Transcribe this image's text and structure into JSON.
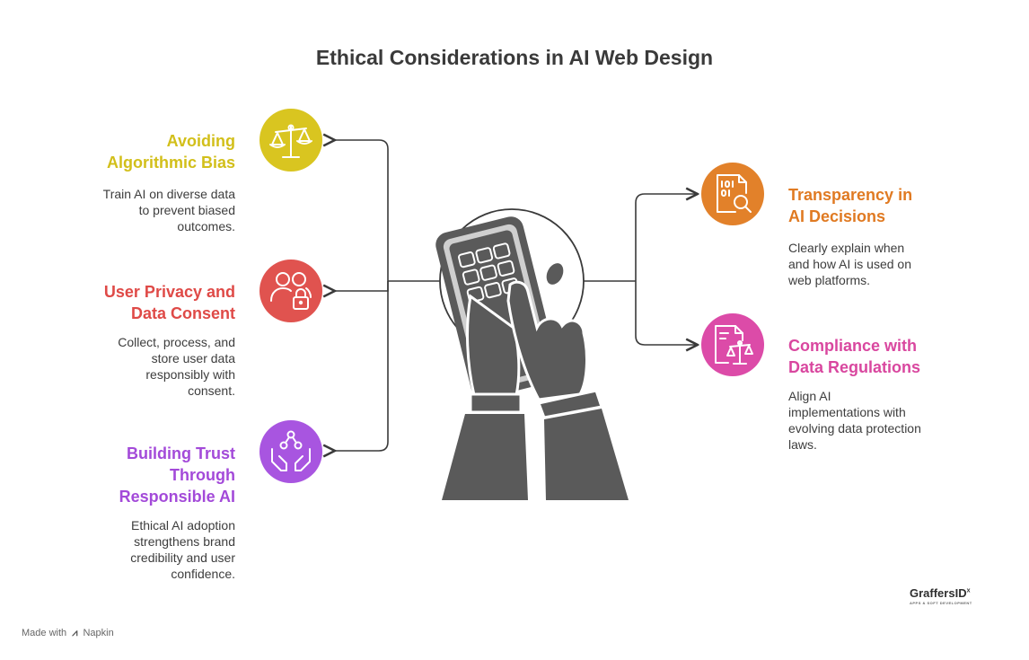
{
  "title": "Ethical Considerations in AI Web Design",
  "items": [
    {
      "heading": [
        "Avoiding",
        "Algorithmic Bias"
      ],
      "description": [
        "Train AI on diverse data",
        "to prevent biased",
        "outcomes."
      ],
      "icon": "scales-icon",
      "color": "#d9c520"
    },
    {
      "heading": [
        "User Privacy and",
        "Data Consent"
      ],
      "description": [
        "Collect, process, and",
        "store user data",
        "responsibly with",
        "consent."
      ],
      "icon": "users-lock-icon",
      "color": "#e0534f"
    },
    {
      "heading": [
        "Building Trust",
        "Through",
        "Responsible AI"
      ],
      "description": [
        "Ethical AI adoption",
        "strengthens brand",
        "credibility and user",
        "confidence."
      ],
      "icon": "hands-network-icon",
      "color": "#a855e0"
    },
    {
      "heading": [
        "Transparency in",
        "AI Decisions"
      ],
      "description": [
        "Clearly explain when",
        "and how AI is used on",
        "web platforms."
      ],
      "icon": "document-search-icon",
      "color": "#e2812a"
    },
    {
      "heading": [
        "Compliance with",
        "Data Regulations"
      ],
      "description": [
        "Align AI",
        "implementations with",
        "evolving data protection",
        "laws."
      ],
      "icon": "document-scales-icon",
      "color": "#dc4ba8"
    }
  ],
  "center_icon": "hands-phone-icon",
  "footer": {
    "made_with": "Made with",
    "brand": "Napkin"
  },
  "logo": {
    "text": "GraffersID",
    "tagline": "APPS & SOFT DEVELOPMENT"
  },
  "colors": {
    "arrow": "#3a3a3a",
    "center": "#5a5a5a"
  }
}
